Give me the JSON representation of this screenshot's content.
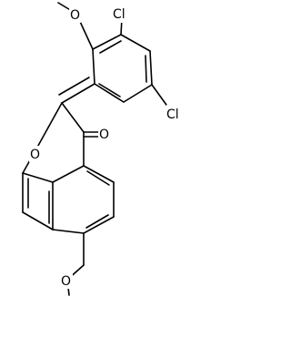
{
  "structure": {
    "atom_labels": {
      "cl_top": "Cl",
      "cl_right": "Cl",
      "o_methoxy_top": "O",
      "o_ring": "O",
      "o_carbonyl": "O",
      "o_methoxy_bottom": "O"
    }
  }
}
